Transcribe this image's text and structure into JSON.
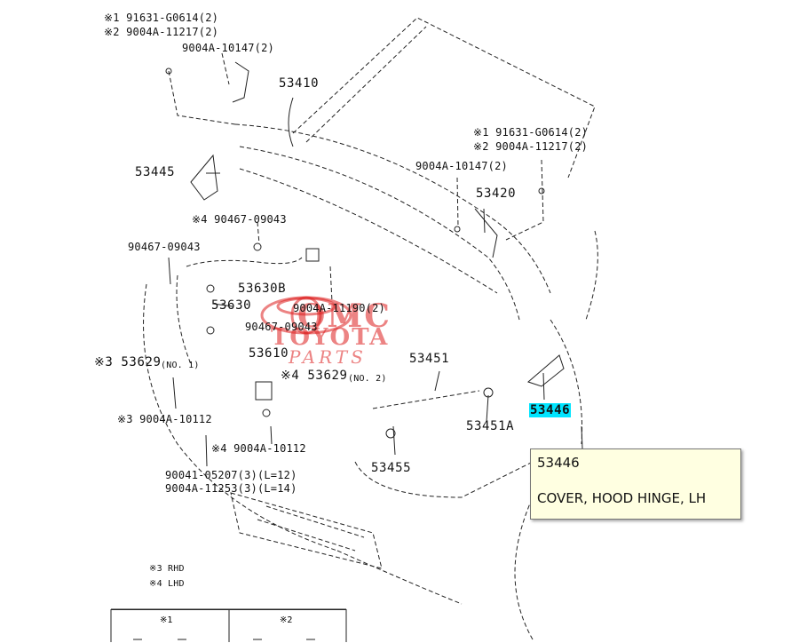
{
  "callouts": {
    "top_left_ref1": "※1  91631-G0614(2)",
    "top_left_ref2": "※2  9004A-11217(2)",
    "top_left_bolt": "9004A-10147(2)",
    "p53410": "53410",
    "p53445": "53445",
    "ref4_90467": "※4  90467-09043",
    "p90467_left": "90467-09043",
    "p53630B": "53630B",
    "p53630_partial": "53630",
    "p9004A_11190": "9004A-11190(2)",
    "p90467_mid": "90467-09043",
    "p53610": "53610",
    "ref3_53629": "※3  53629",
    "ref3_53629_qty": "(NO. 1)",
    "ref4_53629": "※4  53629",
    "ref4_53629_qty": "(NO. 2)",
    "ref3_9004A_10112": "※3  9004A-10112",
    "ref4_9004A_10112": "※4  9004A-10112",
    "p90041_05207": "90041-05207(3)(L=12)",
    "p9004A_11253": "9004A-11253(3)(L=14)",
    "p53451": "53451",
    "p53451A": "53451A",
    "p53455": "53455",
    "right_ref1": "※1  91631-G0614(2)",
    "right_ref2": "※2  9004A-11217(2)",
    "right_bolt": "9004A-10147(2)",
    "p53420": "53420",
    "p53446": "53446"
  },
  "notes": {
    "rhd": "※3 RHD",
    "lhd": "※4 LHD"
  },
  "legend_table": {
    "col1": "※1",
    "col2": "※2"
  },
  "watermark": {
    "line1": "OMC",
    "line2": "TOYOTA",
    "line3": "PARTS"
  },
  "tooltip": {
    "part_number": "53446",
    "description": "COVER, HOOD HINGE, LH"
  },
  "colors": {
    "highlight": "#00e5ff",
    "watermark": "#dc1e1e",
    "tooltip_bg": "#ffffe1"
  }
}
